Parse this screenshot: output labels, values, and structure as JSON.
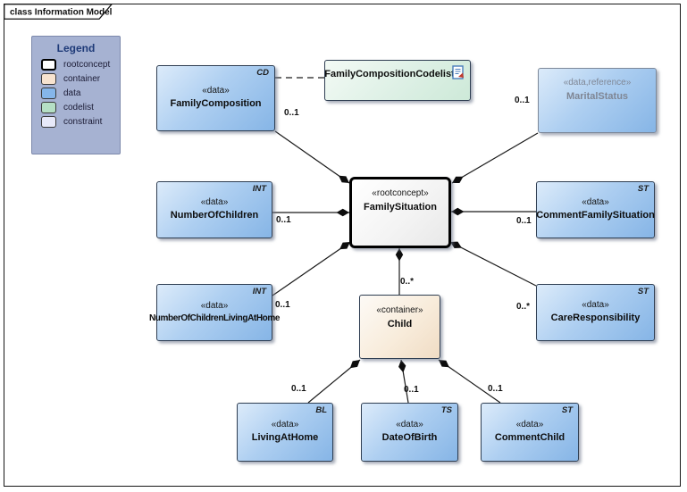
{
  "frame": {
    "tab_label": "class Information Model"
  },
  "legend": {
    "title": "Legend",
    "items": [
      {
        "label": "rootconcept",
        "color": "#ffffff"
      },
      {
        "label": "container",
        "color": "#f7e3cf"
      },
      {
        "label": "data",
        "color": "#85b6ea"
      },
      {
        "label": "codelist",
        "color": "#b5dfc5"
      },
      {
        "label": "constraint",
        "color": "#e7e9f9"
      }
    ]
  },
  "nodes": {
    "family_composition": {
      "stereotype": "«data»",
      "name": "FamilyComposition",
      "type_code": "CD"
    },
    "family_composition_codelist": {
      "name": "FamilyCompositionCodelist"
    },
    "marital_status": {
      "stereotype": "«data,reference»",
      "name": "MaritalStatus"
    },
    "family_situation": {
      "stereotype": "«rootconcept»",
      "name": "FamilySituation"
    },
    "number_of_children": {
      "stereotype": "«data»",
      "name": "NumberOfChildren",
      "type_code": "INT"
    },
    "comment_family_situation": {
      "stereotype": "«data»",
      "name": "CommentFamilySituation",
      "type_code": "ST"
    },
    "number_of_children_living_at_home": {
      "stereotype": "«data»",
      "name": "NumberOfChildrenLivingAtHome",
      "type_code": "INT"
    },
    "care_responsibility": {
      "stereotype": "«data»",
      "name": "CareResponsibility",
      "type_code": "ST"
    },
    "child": {
      "stereotype": "«container»",
      "name": "Child"
    },
    "living_at_home": {
      "stereotype": "«data»",
      "name": "LivingAtHome",
      "type_code": "BL"
    },
    "date_of_birth": {
      "stereotype": "«data»",
      "name": "DateOfBirth",
      "type_code": "TS"
    },
    "comment_child": {
      "stereotype": "«data»",
      "name": "CommentChild",
      "type_code": "ST"
    }
  },
  "multiplicities": {
    "family_composition": "0..1",
    "marital_status": "0..1",
    "number_of_children": "0..1",
    "number_of_children_living_at_home": "0..1",
    "comment_family_situation": "0..1",
    "care_responsibility": "0..*",
    "child": "0..*",
    "living_at_home": "0..1",
    "date_of_birth": "0..1",
    "comment_child": "0..1"
  }
}
